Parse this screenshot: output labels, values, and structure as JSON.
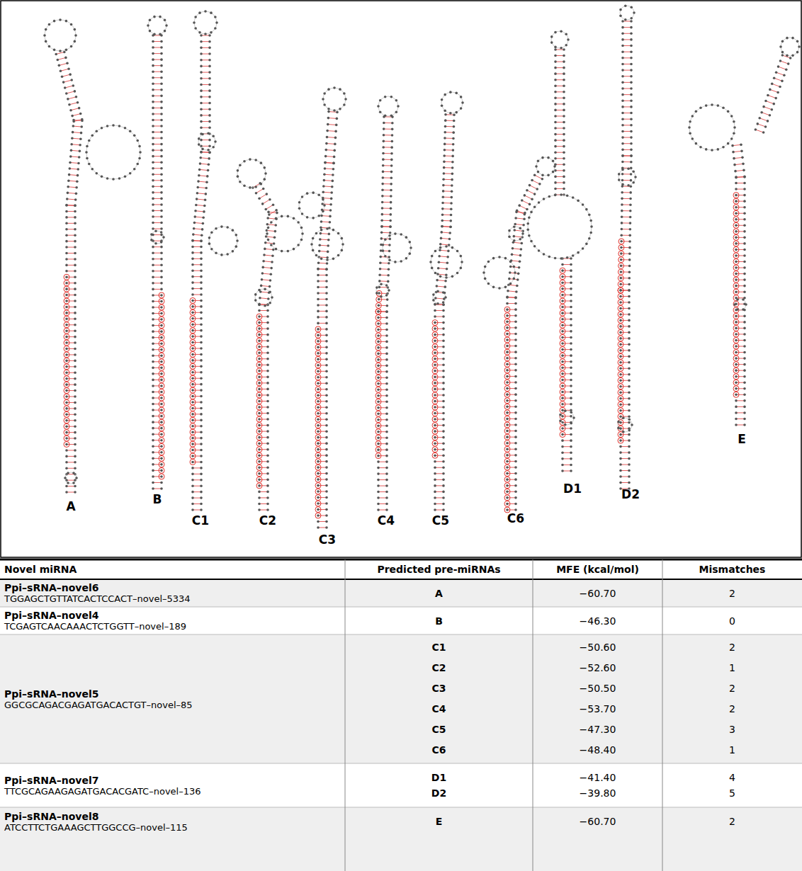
{
  "diagram": {
    "labels": [
      "A",
      "B",
      "C1",
      "C2",
      "C3",
      "C4",
      "C5",
      "C6",
      "D1",
      "D2",
      "E",
      "Novel miRNA",
      "Predicted pre-miRNAs",
      "MFE (kcal/mol)",
      "Mismatches",
      "Ppi–sRNA–novel6",
      "TGGAGCTGTTATCACTCCACT–novel–5334",
      "A",
      "−60.70",
      "2",
      "Ppi–sRNA–novel4",
      "TCGAGTCAACAAACTCTGGTT–novel–189",
      "B",
      "−46.30",
      "0",
      "Ppi–sRNA–novel5",
      "GGCGCAGACGAGATGACACTGT–novel–85",
      "C1",
      "C2",
      "C3",
      "C4",
      "C5",
      "C6",
      "−50.60",
      "−52.60",
      "−50.50",
      "−53.70",
      "−47.30",
      "−48.40",
      "2",
      "1",
      "2",
      "2",
      "3",
      "1",
      "Ppi–sRNA–novel7",
      "TTCGCAGAAGAGATGACACGATC–novel–136",
      "D1",
      "D2",
      "−41.40",
      "−39.80",
      "4",
      "5",
      "Ppi–sRNA–novel8",
      "ATCCTTCTGAAAGCTTGGCCG–novel–115",
      "E",
      "−60.70",
      "2"
    ]
  }
}
